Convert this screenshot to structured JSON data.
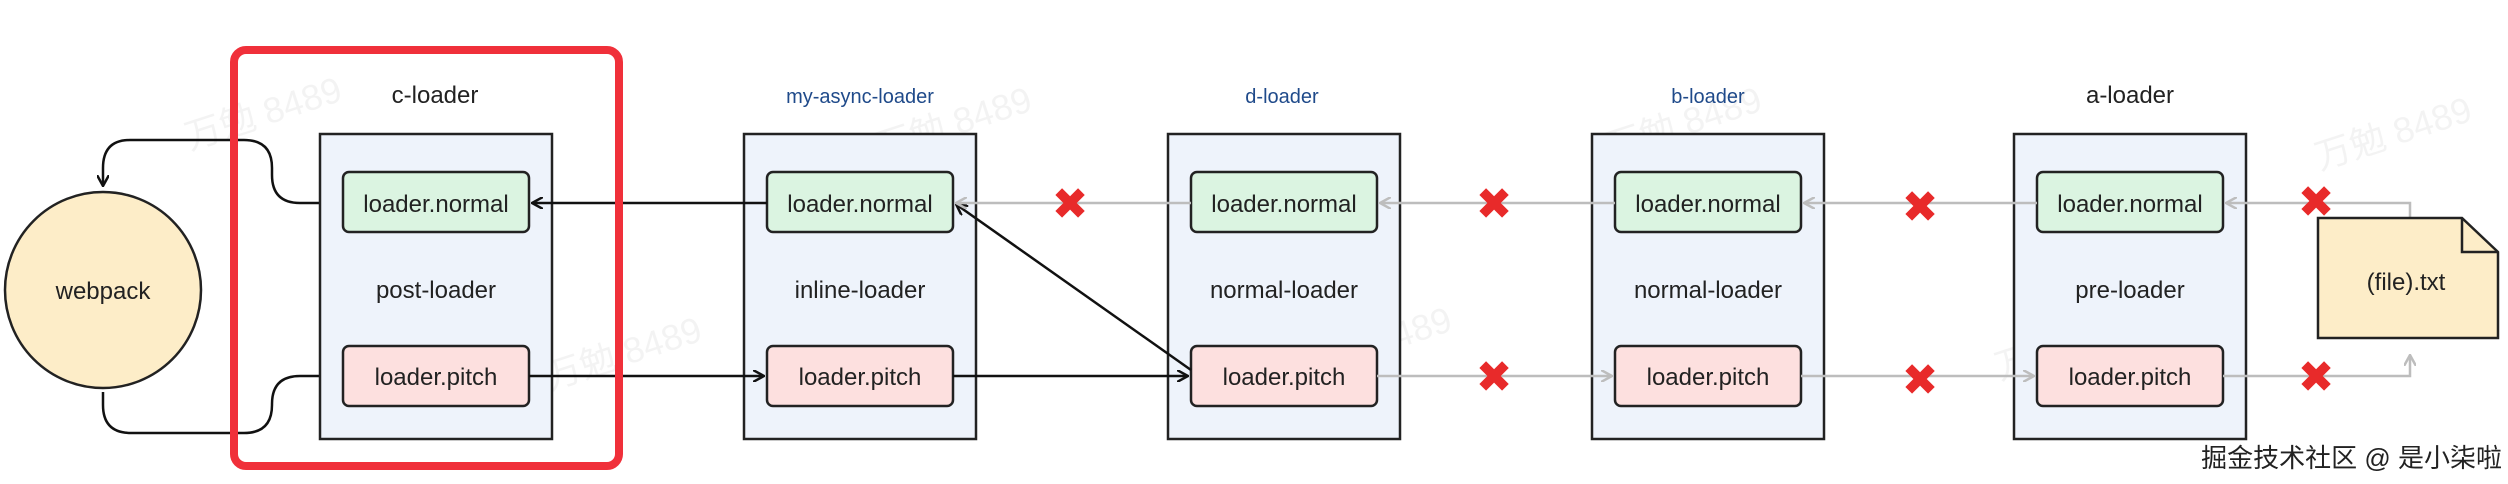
{
  "colors": {
    "loader_box_fill": "#eef3fb",
    "normal_pill_fill": "#dbf4e1",
    "pitch_pill_fill": "#fde0df",
    "webpack_fill": "#fdedc8",
    "file_fill": "#fdedc8",
    "highlight_border": "#f0303a",
    "cross_red": "#e82a2a",
    "arrow_dark": "#111111",
    "arrow_gray": "#bdbdbd"
  },
  "webpack": {
    "label": "webpack"
  },
  "file": {
    "label": "(file).txt"
  },
  "loaders": [
    {
      "title": "c-loader",
      "kind": "post-loader",
      "normal": "loader.normal",
      "pitch": "loader.pitch"
    },
    {
      "title": "my-async-loader",
      "kind": "inline-loader",
      "normal": "loader.normal",
      "pitch": "loader.pitch"
    },
    {
      "title": "d-loader",
      "kind": "normal-loader",
      "normal": "loader.normal",
      "pitch": "loader.pitch"
    },
    {
      "title": "b-loader",
      "kind": "normal-loader",
      "normal": "loader.normal",
      "pitch": "loader.pitch"
    },
    {
      "title": "a-loader",
      "kind": "pre-loader",
      "normal": "loader.normal",
      "pitch": "loader.pitch"
    }
  ],
  "cross_icon": "✖",
  "watermark_text": "万勉 8489",
  "footer": {
    "text": "掘金技术社区 @ 是小柒啦"
  }
}
